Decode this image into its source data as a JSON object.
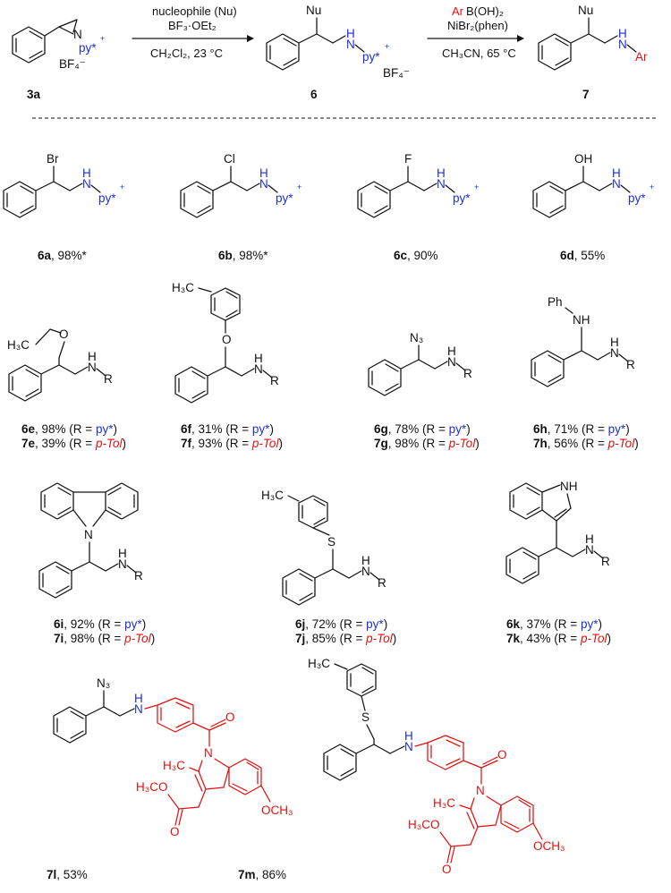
{
  "scheme": {
    "step1": {
      "line1": "nucleophile (Nu)",
      "line2": "BF₃·OEt₂",
      "line3": "CH₂Cl₂, 23 °C"
    },
    "step2": {
      "line1_red": "Ar",
      "line1_rest": "B(OH)₂",
      "line2": "NiBr₂(phen)",
      "line3": "CH₃CN, 65 °C"
    },
    "compound_3a": "3a",
    "compound_6": "6",
    "compound_7": "7",
    "counterion": "BF₄⁻"
  },
  "products": [
    {
      "id": "6a",
      "text": ", 98%*"
    },
    {
      "id": "6b",
      "text": ", 98%*"
    },
    {
      "id": "6c",
      "text": ", 90%"
    },
    {
      "id": "6d",
      "text": ", 55%"
    },
    {
      "id": "6e",
      "text": ", 98% (R = ",
      "r": "py*",
      "tail": ")"
    },
    {
      "id": "7e",
      "text": ", 39% (R = ",
      "r": "p-Tol",
      "tail": ")"
    },
    {
      "id": "6f",
      "text": ", 31% (R = ",
      "r": "py*",
      "tail": ")"
    },
    {
      "id": "7f",
      "text": ", 93% (R = ",
      "r": "p-Tol",
      "tail": ")"
    },
    {
      "id": "6g",
      "text": ", 78% (R = ",
      "r": "py*",
      "tail": ")"
    },
    {
      "id": "7g",
      "text": ", 98% (R = ",
      "r": "p-Tol",
      "tail": ")"
    },
    {
      "id": "6h",
      "text": ", 71% (R = ",
      "r": "py*",
      "tail": ")"
    },
    {
      "id": "7h",
      "text": ", 56% (R = ",
      "r": "p-Tol",
      "tail": ")"
    },
    {
      "id": "6i",
      "text": ", 92% (R = ",
      "r": "py*",
      "tail": ")"
    },
    {
      "id": "7i",
      "text": ", 98% (R = ",
      "r": "p-Tol",
      "tail": ")"
    },
    {
      "id": "6j",
      "text": ", 72% (R = ",
      "r": "py*",
      "tail": ")"
    },
    {
      "id": "7j",
      "text": ", 85% (R = ",
      "r": "p-Tol",
      "tail": ")"
    },
    {
      "id": "6k",
      "text": ", 37% (R = ",
      "r": "py*",
      "tail": ")"
    },
    {
      "id": "7k",
      "text": ", 43% (R = ",
      "r": "p-Tol",
      "tail": ")"
    },
    {
      "id": "7l",
      "text": ", 53%"
    },
    {
      "id": "7m",
      "text": ", 86%"
    }
  ],
  "atoms": {
    "br": "Br",
    "cl": "Cl",
    "f": "F",
    "oh": "OH",
    "o": "O",
    "s": "S",
    "n": "N",
    "nh": "NH",
    "h": "H",
    "nu": "Nu",
    "n3": "N₃",
    "ph": "Ph",
    "r": "R",
    "ar": "Ar",
    "py": "py*",
    "plus": "+",
    "h3c": "H₃C",
    "ch3_left": "H₃C",
    "och3": "OCH₃",
    "h3co": "H₃CO"
  },
  "colors": {
    "blue": "#1f2fd6",
    "red": "#e0120f",
    "black": "#111111"
  }
}
